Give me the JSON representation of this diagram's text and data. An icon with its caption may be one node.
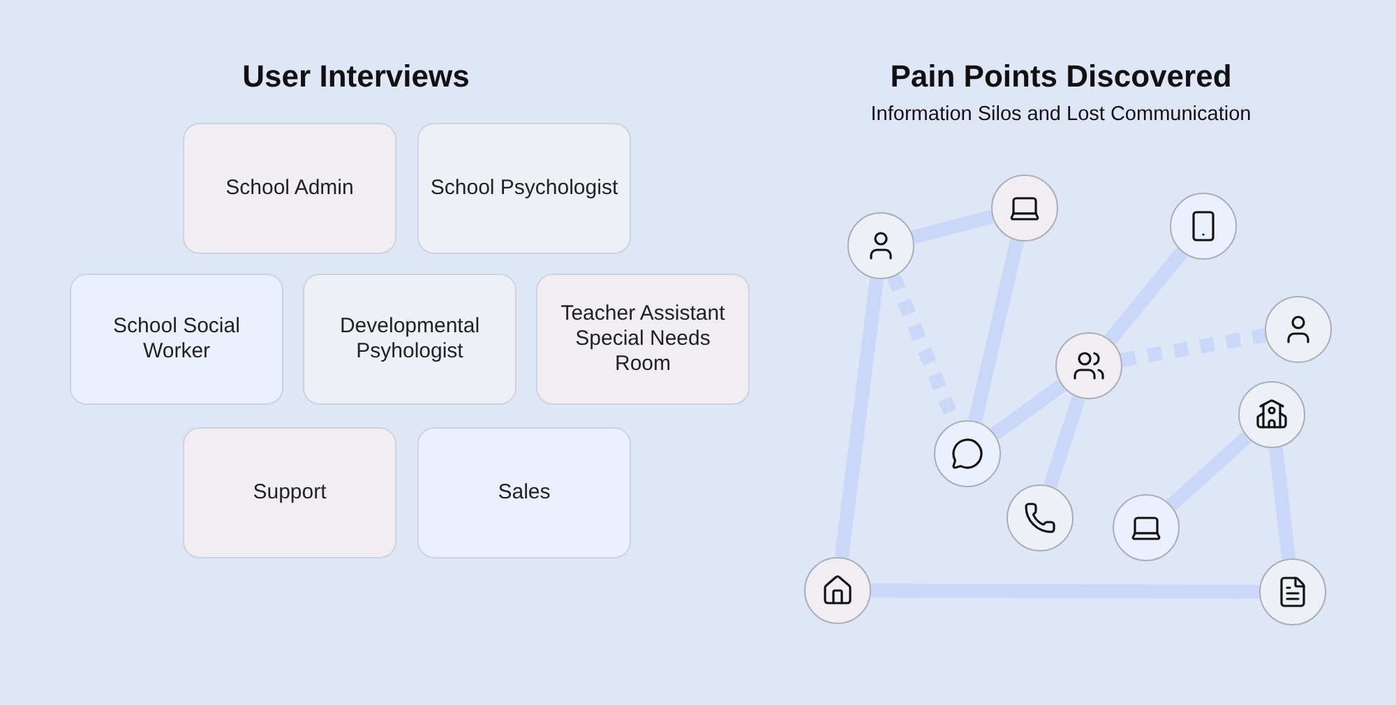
{
  "diagram": {
    "nodes": [
      {
        "text": [
          "School Admin"
        ]
      },
      {
        "text": [
          "School Psychologist"
        ]
      },
      {
        "text": [
          "School Social Worker"
        ]
      },
      {
        "text": [
          "Developmental Psyhologist"
        ]
      },
      {
        "text": [
          "Teacher Assistant Special Needs Room"
        ]
      },
      {
        "text": [
          "Support"
        ]
      },
      {
        "text": [
          "Sales"
        ]
      },
      {
        "text": [],
        "shape": "circle"
      },
      {
        "text": [],
        "shape": "circle"
      },
      {
        "text": [],
        "shape": "circle"
      },
      {
        "text": [],
        "shape": "circle"
      },
      {
        "text": [],
        "shape": "circle"
      },
      {
        "text": [],
        "shape": "circle"
      },
      {
        "text": [],
        "shape": "circle"
      },
      {
        "text": [],
        "shape": "circle"
      },
      {
        "text": [],
        "shape": "circle"
      },
      {
        "text": [],
        "shape": "circle"
      },
      {
        "text": [],
        "shape": "circle"
      }
    ],
    "edges": [
      {
        "from": 9,
        "to": 7,
        "arrow": "none"
      },
      {
        "from": 7,
        "to": 13,
        "arrow": "none"
      },
      {
        "from": 9,
        "to": 13,
        "arrow": "none",
        "style": "dashed"
      },
      {
        "from": 9,
        "to": 16,
        "arrow": "none"
      },
      {
        "from": 13,
        "to": 11,
        "arrow": "none"
      },
      {
        "from": 11,
        "to": 8,
        "arrow": "none"
      },
      {
        "from": 11,
        "to": 10,
        "arrow": "none",
        "style": "dashed"
      },
      {
        "from": 11,
        "to": 14,
        "arrow": "none"
      },
      {
        "from": 15,
        "to": 12,
        "arrow": "none"
      },
      {
        "from": 12,
        "to": 17,
        "arrow": "none"
      },
      {
        "from": 16,
        "to": 17,
        "arrow": "none"
      }
    ],
    "labels": [
      "User Interviews",
      "Pain Points Discovered",
      "Information Silos and Lost Communication"
    ]
  }
}
